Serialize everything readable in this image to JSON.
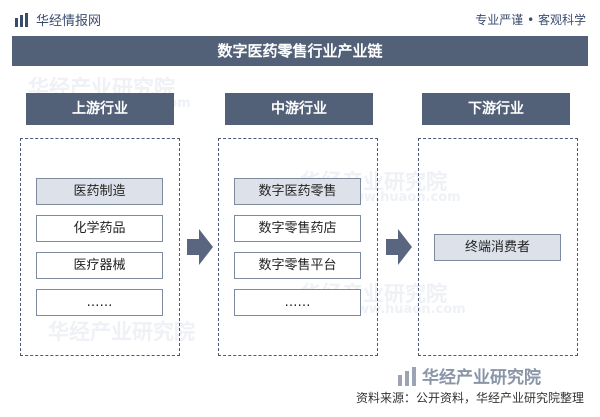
{
  "header": {
    "brand": "华经情报网",
    "slogan": "专业严谨 • 客观科学"
  },
  "title": "数字医药零售行业产业链",
  "sections": [
    {
      "label": "上游行业",
      "items": [
        "医药制造",
        "化学药品",
        "医疗器械",
        "……"
      ]
    },
    {
      "label": "中游行业",
      "items": [
        "数字医药零售",
        "数字零售药店",
        "数字零售平台",
        "……"
      ]
    },
    {
      "label": "下游行业",
      "items": [
        "终端消费者"
      ]
    }
  ],
  "watermark": {
    "text": "华经产业研究院",
    "url": "www.huaon.com"
  },
  "footer": {
    "logo_text": "华经产业研究院",
    "source": "资料来源：公开资料，华经产业研究院整理"
  },
  "colors": {
    "band": "#526178",
    "highlight": "#dde2ea",
    "border": "#4a5a78"
  }
}
